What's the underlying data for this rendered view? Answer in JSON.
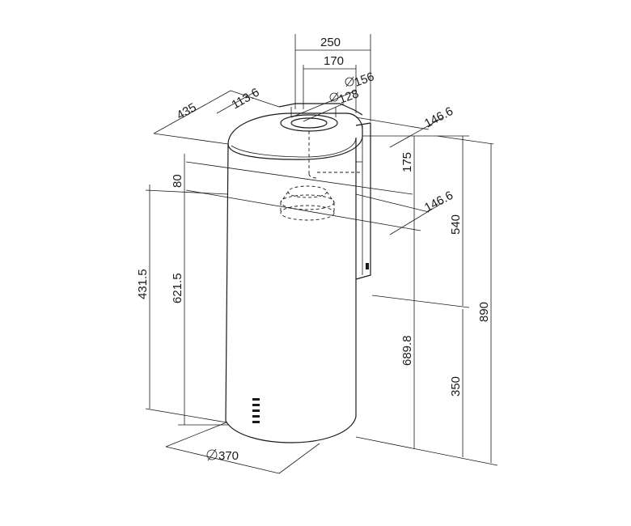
{
  "drawing": {
    "dimensions": {
      "top_width": "250",
      "top_inner_width": "170",
      "duct_outer": "156",
      "duct_inner": "128",
      "depth": "435",
      "offset_top": "113.6",
      "side_offset_upper": "146.6",
      "side_offset_lower": "146.6",
      "duct_height": "175",
      "bracket_height": "540",
      "total_height": "890",
      "collar_depth": "80",
      "left_height_outer": "431.5",
      "left_height_inner": "621.5",
      "mount_height": "689.8",
      "bottom_height": "350",
      "diameter": "370"
    }
  }
}
